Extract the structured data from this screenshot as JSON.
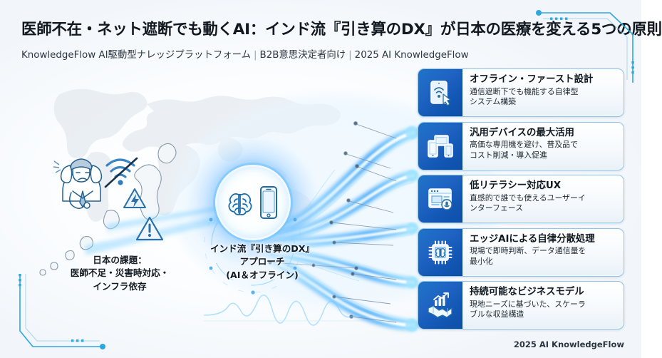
{
  "header": {
    "title": "医師不在・ネット遮断でも動くAI：インド流『引き算のDX』が日本の医療を変える5つの原則",
    "subtitle_part1": "KnowledgeFlow AI駆動型ナレッジプラットフォーム",
    "subtitle_sep": "|",
    "subtitle_part2": "B2B意思決定者向け",
    "subtitle_part3": "2025 AI KnowledgeFlow"
  },
  "diagram": {
    "left_label": {
      "line1": "日本の課題：",
      "line2": "医師不足・災害時対応・",
      "line3": "インフラ依存"
    },
    "center_label": {
      "line1": "インド流『引き算のDX』",
      "line2": "アプローチ",
      "line3": "(AI＆オフライン)"
    },
    "hub_icons": [
      "brain-icon",
      "smartphone-icon"
    ],
    "left_icons": [
      "worried-doctor-icon",
      "wifi-off-icon",
      "warning-power-icon",
      "warning-alert-icon"
    ],
    "map_name": "world-map-japan"
  },
  "cards": [
    {
      "icon": "tablet-offline-touch-icon",
      "title": "オフライン・ファースト設計",
      "desc_line1": "通信遮断下でも機能する自律型",
      "desc_line2": "システム構築"
    },
    {
      "icon": "multi-devices-icon",
      "title": "汎用デバイスの最大活用",
      "desc_line1": "高価な専用機を避け、普及品で",
      "desc_line2": "コスト削減・導入促進"
    },
    {
      "icon": "simple-ui-voice-icon",
      "title": "低リテラシー対応UX",
      "desc_line1": "直感的で誰でも使えるユーザーイ",
      "desc_line2": "ンターフェース"
    },
    {
      "icon": "chip-brain-icon",
      "title": "エッジAIによる自律分散処理",
      "desc_line1": "現場で即時判断、データ通信量を",
      "desc_line2": "最小化"
    },
    {
      "icon": "handshake-growth-icon",
      "title": "持続可能なビジネスモデル",
      "desc_line1": "現地ニーズに基づいた、スケーラ",
      "desc_line2": "ブルな収益構造"
    }
  ],
  "footer": {
    "text": "2025 AI KnowledgeFlow"
  },
  "colors": {
    "accent_blue": "#1f74c9",
    "glow_cyan": "#5ec8ff",
    "bracket_cyan": "#2ca8e0",
    "card_border": "#8fc5e8",
    "text_dark": "#101820",
    "map_gray": "#dde3e9"
  }
}
